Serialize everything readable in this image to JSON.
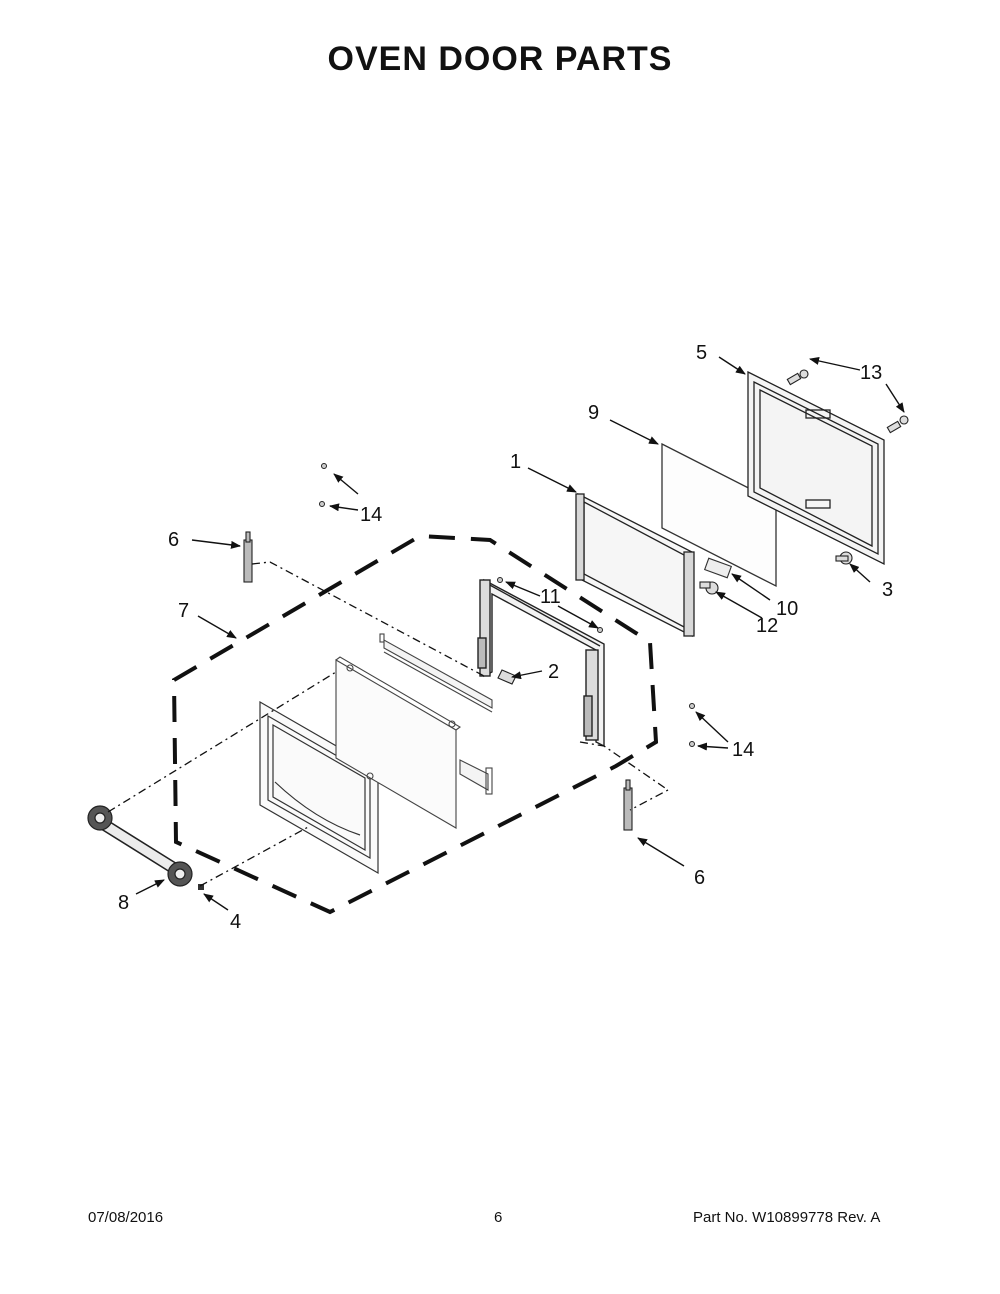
{
  "title": "OVEN DOOR PARTS",
  "callouts": {
    "c1": "1",
    "c2": "2",
    "c3": "3",
    "c4": "4",
    "c5": "5",
    "c6a": "6",
    "c6b": "6",
    "c7": "7",
    "c8": "8",
    "c9": "9",
    "c10": "10",
    "c11": "11",
    "c12": "12",
    "c13": "13",
    "c14a": "14",
    "c14b": "14"
  },
  "footer": {
    "date": "07/08/2016",
    "page": "6",
    "part": "Part No.  W10899778  Rev.  A"
  }
}
